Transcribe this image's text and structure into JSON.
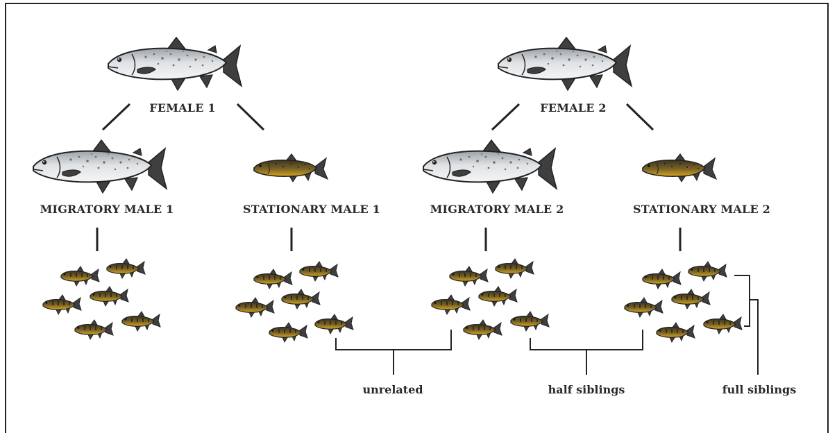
{
  "females": [
    {
      "label": "FEMALE 1"
    },
    {
      "label": "FEMALE 2"
    }
  ],
  "males": [
    {
      "label": "MIGRATORY MALE 1",
      "type": "migratory"
    },
    {
      "label": "STATIONARY MALE 1",
      "type": "stationary"
    },
    {
      "label": "MIGRATORY MALE 2",
      "type": "migratory"
    },
    {
      "label": "STATIONARY MALE 2",
      "type": "stationary"
    }
  ],
  "relationships": {
    "unrelated": "unrelated",
    "half": "half siblings",
    "full": "full siblings"
  },
  "colors": {
    "adult_body": "#d4d8dc",
    "adult_fin": "#3f3f3f",
    "juvenile_body": "#5b4a22",
    "juvenile_belly": "#d6a21a",
    "lines": "#222222"
  },
  "icons": [
    "large-silver-trout-icon",
    "small-brown-trout-icon",
    "juvenile-fish-icon"
  ]
}
